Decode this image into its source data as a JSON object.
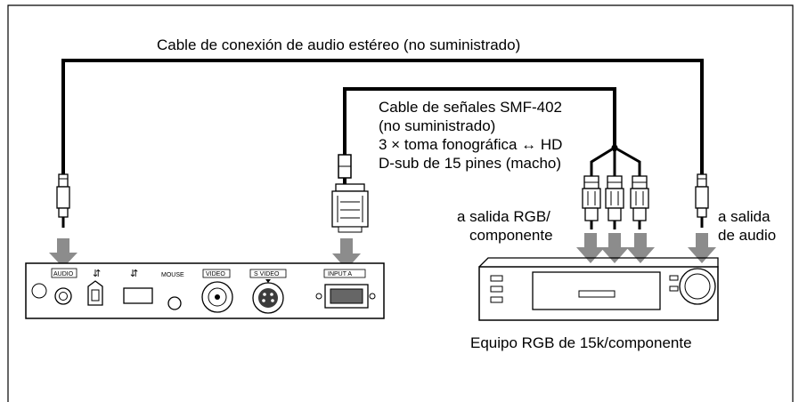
{
  "labels": {
    "audio_cable": "Cable de conexión de audio estéreo (no suministrado)",
    "signal_cable_1": "Cable de señales SMF-402",
    "signal_cable_2": "(no suministrado)",
    "signal_cable_3": "3 × toma fonográfica ↔ HD",
    "signal_cable_4": "D-sub de 15 pines (macho)",
    "rgb_out_1": "a salida RGB/",
    "rgb_out_2": "componente",
    "audio_out_1": "a salida",
    "audio_out_2": "de audio",
    "equipment": "Equipo RGB de 15k/componente"
  },
  "panel_labels": {
    "audio": "AUDIO",
    "mouse": "MOUSE",
    "video": "VIDEO",
    "s_video": "S VIDEO",
    "input_a": "INPUT A"
  },
  "colors": {
    "line": "#000000",
    "arrow": "#8c8c8c",
    "background": "#ffffff"
  },
  "icons": {
    "usb": "usb-icon"
  }
}
